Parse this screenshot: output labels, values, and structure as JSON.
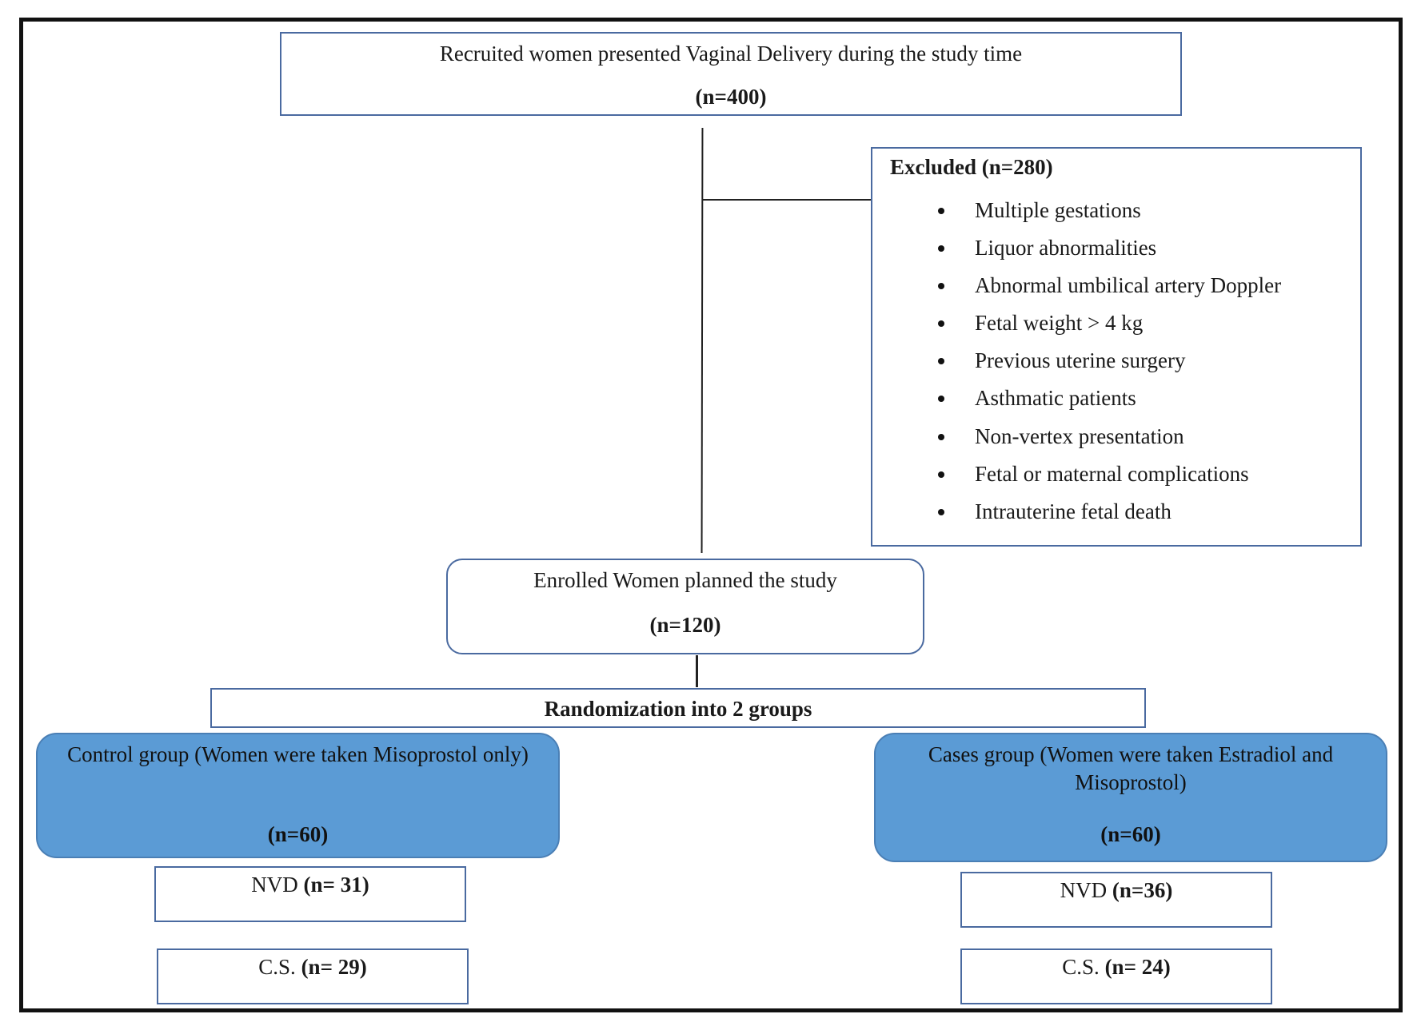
{
  "top": {
    "text": "Recruited women presented Vaginal Delivery during the study time",
    "n": "(n=400)"
  },
  "excluded": {
    "title": "Excluded (n=280)",
    "items": [
      "Multiple gestations",
      "Liquor abnormalities",
      "Abnormal umbilical artery Doppler",
      "Fetal weight > 4 kg",
      "Previous uterine surgery",
      "Asthmatic patients",
      "Non-vertex presentation",
      "Fetal or maternal complications",
      "Intrauterine fetal death"
    ]
  },
  "enrolled": {
    "text": "Enrolled Women planned the study",
    "n": "(n=120)"
  },
  "randomization": {
    "text": "Randomization into 2 groups"
  },
  "control": {
    "text": "Control group (Women were taken Misoprostol only)",
    "n": "(n=60)",
    "nvd_label": "NVD",
    "nvd_n": "(n= 31)",
    "cs_label": "C.S.",
    "cs_n": "(n= 29)"
  },
  "cases": {
    "text": "Cases group (Women were taken Estradiol and Misoprostol)",
    "n": "(n=60)",
    "nvd_label": "NVD",
    "nvd_n": "(n=36)",
    "cs_label": "C.S.",
    "cs_n": "(n= 24)"
  },
  "colors": {
    "group_fill": "#5b9bd5",
    "box_border": "#4a6aa0",
    "frame": "#111111"
  }
}
